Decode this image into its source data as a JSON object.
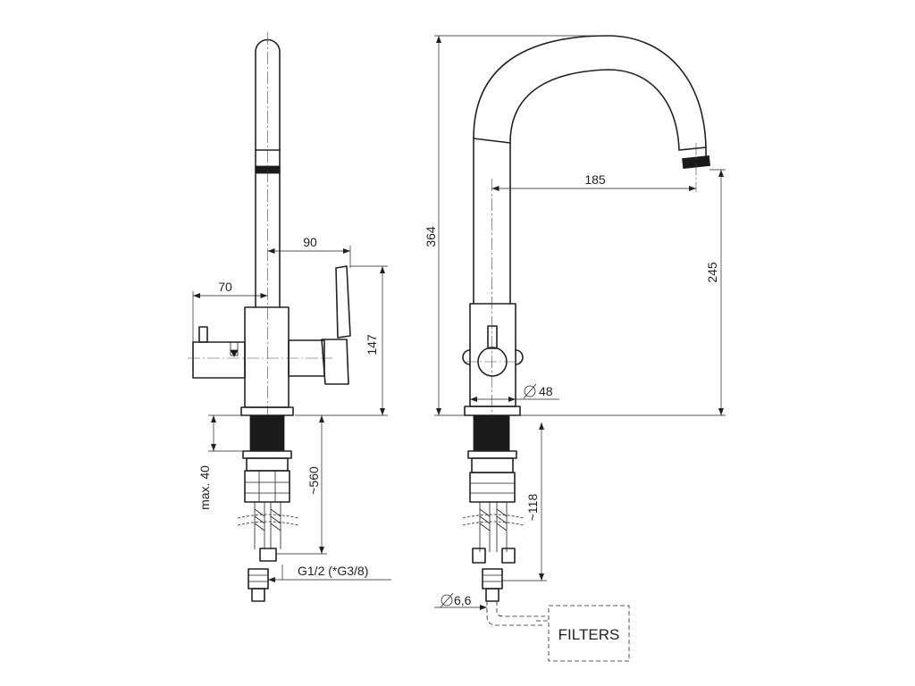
{
  "side_view": {
    "dim_spout_reach": "90",
    "dim_handle_offset": "70",
    "dim_body_height": "147",
    "dim_max_deck": "max. 40",
    "dim_hose_length": "~560",
    "dim_thread": "G1/2 (*G3/8)"
  },
  "front_view": {
    "dim_total_height": "364",
    "dim_reach": "185",
    "dim_outlet_height": "245",
    "dim_diameter": "48",
    "dim_shank_length": "~118",
    "dim_tube_diameter": "6,6",
    "filters_label": "FILTERS"
  }
}
